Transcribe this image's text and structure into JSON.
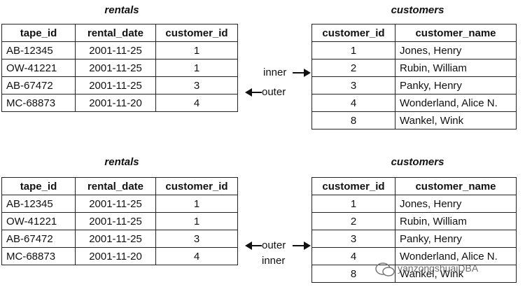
{
  "top": {
    "rentals_caption": "rentals",
    "customers_caption": "customers",
    "rentals": {
      "headers": [
        "tape_id",
        "rental_date",
        "customer_id"
      ],
      "rows": [
        [
          "AB-12345",
          "2001-11-25",
          "1"
        ],
        [
          "OW-41221",
          "2001-11-25",
          "1"
        ],
        [
          "AB-67472",
          "2001-11-25",
          "3"
        ],
        [
          "MC-68873",
          "2001-11-20",
          "4"
        ]
      ]
    },
    "customers": {
      "headers": [
        "customer_id",
        "customer_name"
      ],
      "rows": [
        [
          "1",
          "Jones, Henry"
        ],
        [
          "2",
          "Rubin, William"
        ],
        [
          "3",
          "Panky, Henry"
        ],
        [
          "4",
          "Wonderland, Alice N."
        ],
        [
          "8",
          "Wankel, Wink"
        ]
      ]
    },
    "inner_label": "inner",
    "outer_label": "outer"
  },
  "bottom": {
    "rentals_caption": "rentals",
    "customers_caption": "customers",
    "rentals": {
      "headers": [
        "tape_id",
        "rental_date",
        "customer_id"
      ],
      "rows": [
        [
          "AB-12345",
          "2001-11-25",
          "1"
        ],
        [
          "OW-41221",
          "2001-11-25",
          "1"
        ],
        [
          "AB-67472",
          "2001-11-25",
          "3"
        ],
        [
          "MC-68873",
          "2001-11-20",
          "4"
        ]
      ]
    },
    "customers": {
      "headers": [
        "customer_id",
        "customer_name"
      ],
      "rows": [
        [
          "1",
          "Jones, Henry"
        ],
        [
          "2",
          "Rubin, William"
        ],
        [
          "3",
          "Panky, Henry"
        ],
        [
          "4",
          "Wonderland, Alice N."
        ],
        [
          "8",
          "Wankel, Wink"
        ]
      ]
    },
    "outer_label": "outer",
    "inner_label": "inner"
  },
  "watermark": "yanzongshuaiDBA"
}
